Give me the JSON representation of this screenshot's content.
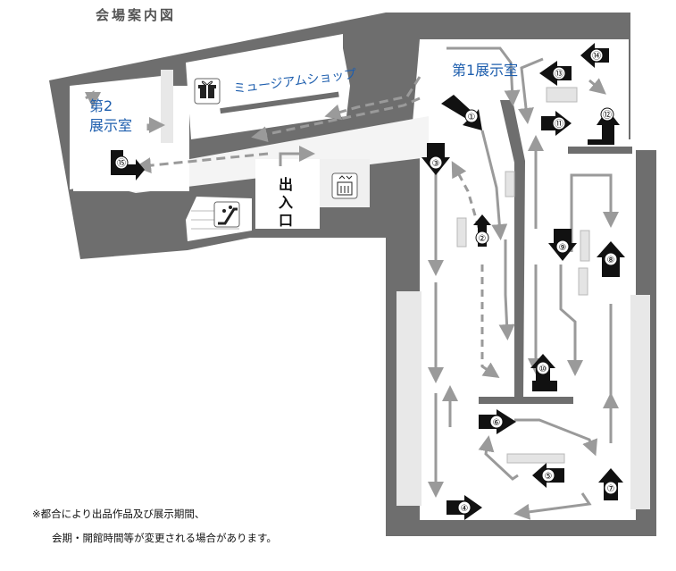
{
  "title": "会場案内図",
  "rooms": {
    "gallery1": "第1展示室",
    "gallery2_line1": "第2",
    "gallery2_line2": "展示室",
    "shop": "ミュージアムショップ",
    "entrance_chars": [
      "出",
      "入",
      "口"
    ]
  },
  "icons": {
    "shop": "gift-icon",
    "stairs": "escalator-icon",
    "elevator": "elevator-icon"
  },
  "route_markers": [
    "①",
    "②",
    "③",
    "④",
    "⑤",
    "⑥",
    "⑦",
    "⑧",
    "⑨",
    "⑩",
    "⑪",
    "⑫",
    "⑬",
    "⑭",
    "⑮"
  ],
  "notes": {
    "line1": "※都合により出品作品及び展示期間、",
    "line2": "会期・開館時間等が変更される場合があります。"
  },
  "colors": {
    "wall": "#6e6e6e",
    "floor": "#ffffff",
    "corridor_floor": "#f4f4f4",
    "route": "#9a9a9a",
    "label_blue": "#1f5fae",
    "arrow": "#111111"
  }
}
